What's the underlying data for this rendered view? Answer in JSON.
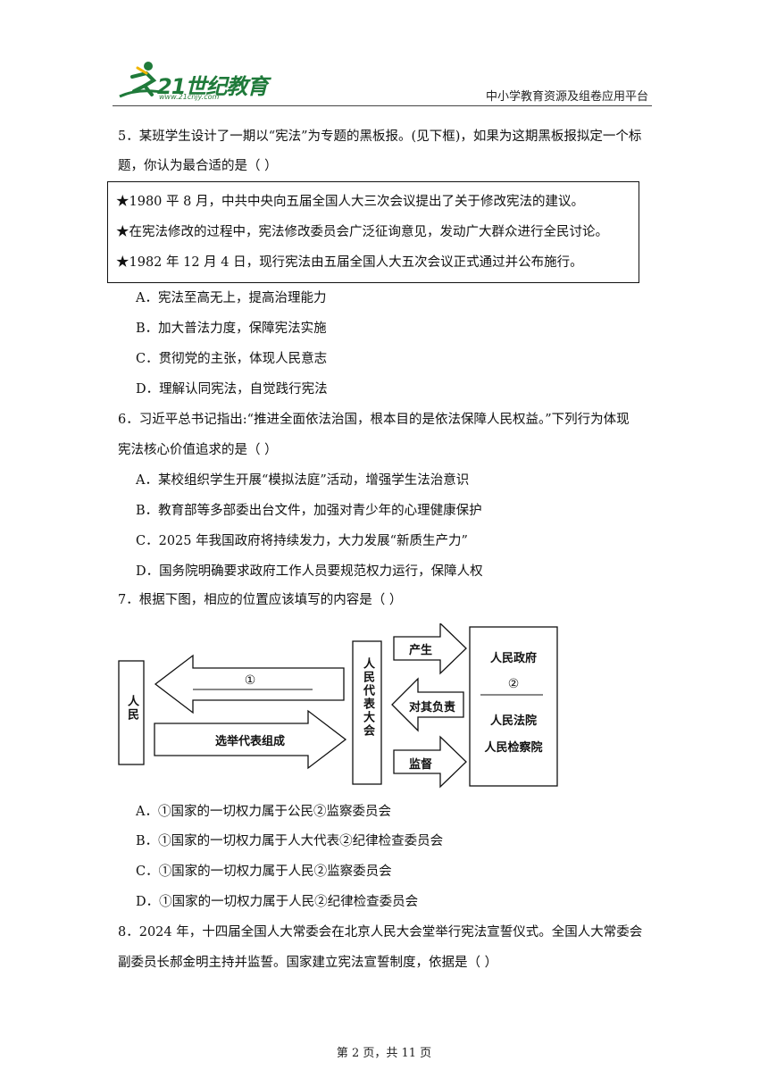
{
  "header": {
    "logo_text": "21世纪教育",
    "logo_sub": "www.21cnjy.com",
    "platform": "中小学教育资源及组卷应用平台"
  },
  "q5": {
    "stem_line1": "5．某班学生设计了一期以“宪法”为专题的黑板报。(见下框)，如果为这期黑板报拟定一个标",
    "stem_line2": "题，你认为最合适的是（    ）",
    "box": [
      "★1980 平 8 月，中共中央向五届全国人大三次会议提出了关于修改宪法的建议。",
      "★在宪法修改的过程中，宪法修改委员会广泛征询意见，发动广大群众进行全民讨论。",
      "★1982 年 12 月 4 日，现行宪法由五届全国人大五次会议正式通过并公布施行。"
    ],
    "options": [
      "A．宪法至高无上，提高治理能力",
      "B．加大普法力度，保障宪法实施",
      "C．贯彻党的主张，体现人民意志",
      "D．理解认同宪法，自觉践行宪法"
    ]
  },
  "q6": {
    "stem_line1": "6．习近平总书记指出:“推进全面依法治国，根本目的是依法保障人民权益。”下列行为体现",
    "stem_line2": "宪法核心价值追求的是（    ）",
    "options": [
      "A．某校组织学生开展“模拟法庭”活动，增强学生法治意识",
      "B．教育部等多部委出台文件，加强对青少年的心理健康保护",
      "C．2025 年我国政府将持续发力，大力发展“新质生产力”",
      "D．国务院明确要求政府工作人员要规范权力运行，保障人权"
    ]
  },
  "q7": {
    "stem": "7．根据下图，相应的位置应该填写的内容是（    ）",
    "diagram": {
      "people": "人民",
      "blank1": "①",
      "elect": "选举代表组成",
      "congress": "人民代表大会",
      "produce": "产生",
      "responsible": "对其负责",
      "supervise": "监督",
      "gov": "人民政府",
      "blank2": "②",
      "court": "人民法院",
      "procuratorate": "人民检察院"
    },
    "options": [
      "A．①国家的一切权力属于公民②监察委员会",
      "B．①国家的一切权力属于人大代表②纪律检查委员会",
      "C．①国家的一切权力属于人民②监察委员会",
      "D．①国家的一切权力属于人民②纪律检查委员会"
    ]
  },
  "q8": {
    "stem_line1": "8．2024 年，十四届全国人大常委会在北京人民大会堂举行宪法宣誓仪式。全国人大常委会",
    "stem_line2": "副委员长郝金明主持并监誓。国家建立宪法宣誓制度，依据是（    ）"
  },
  "footer": "第 2 页，共 11 页"
}
